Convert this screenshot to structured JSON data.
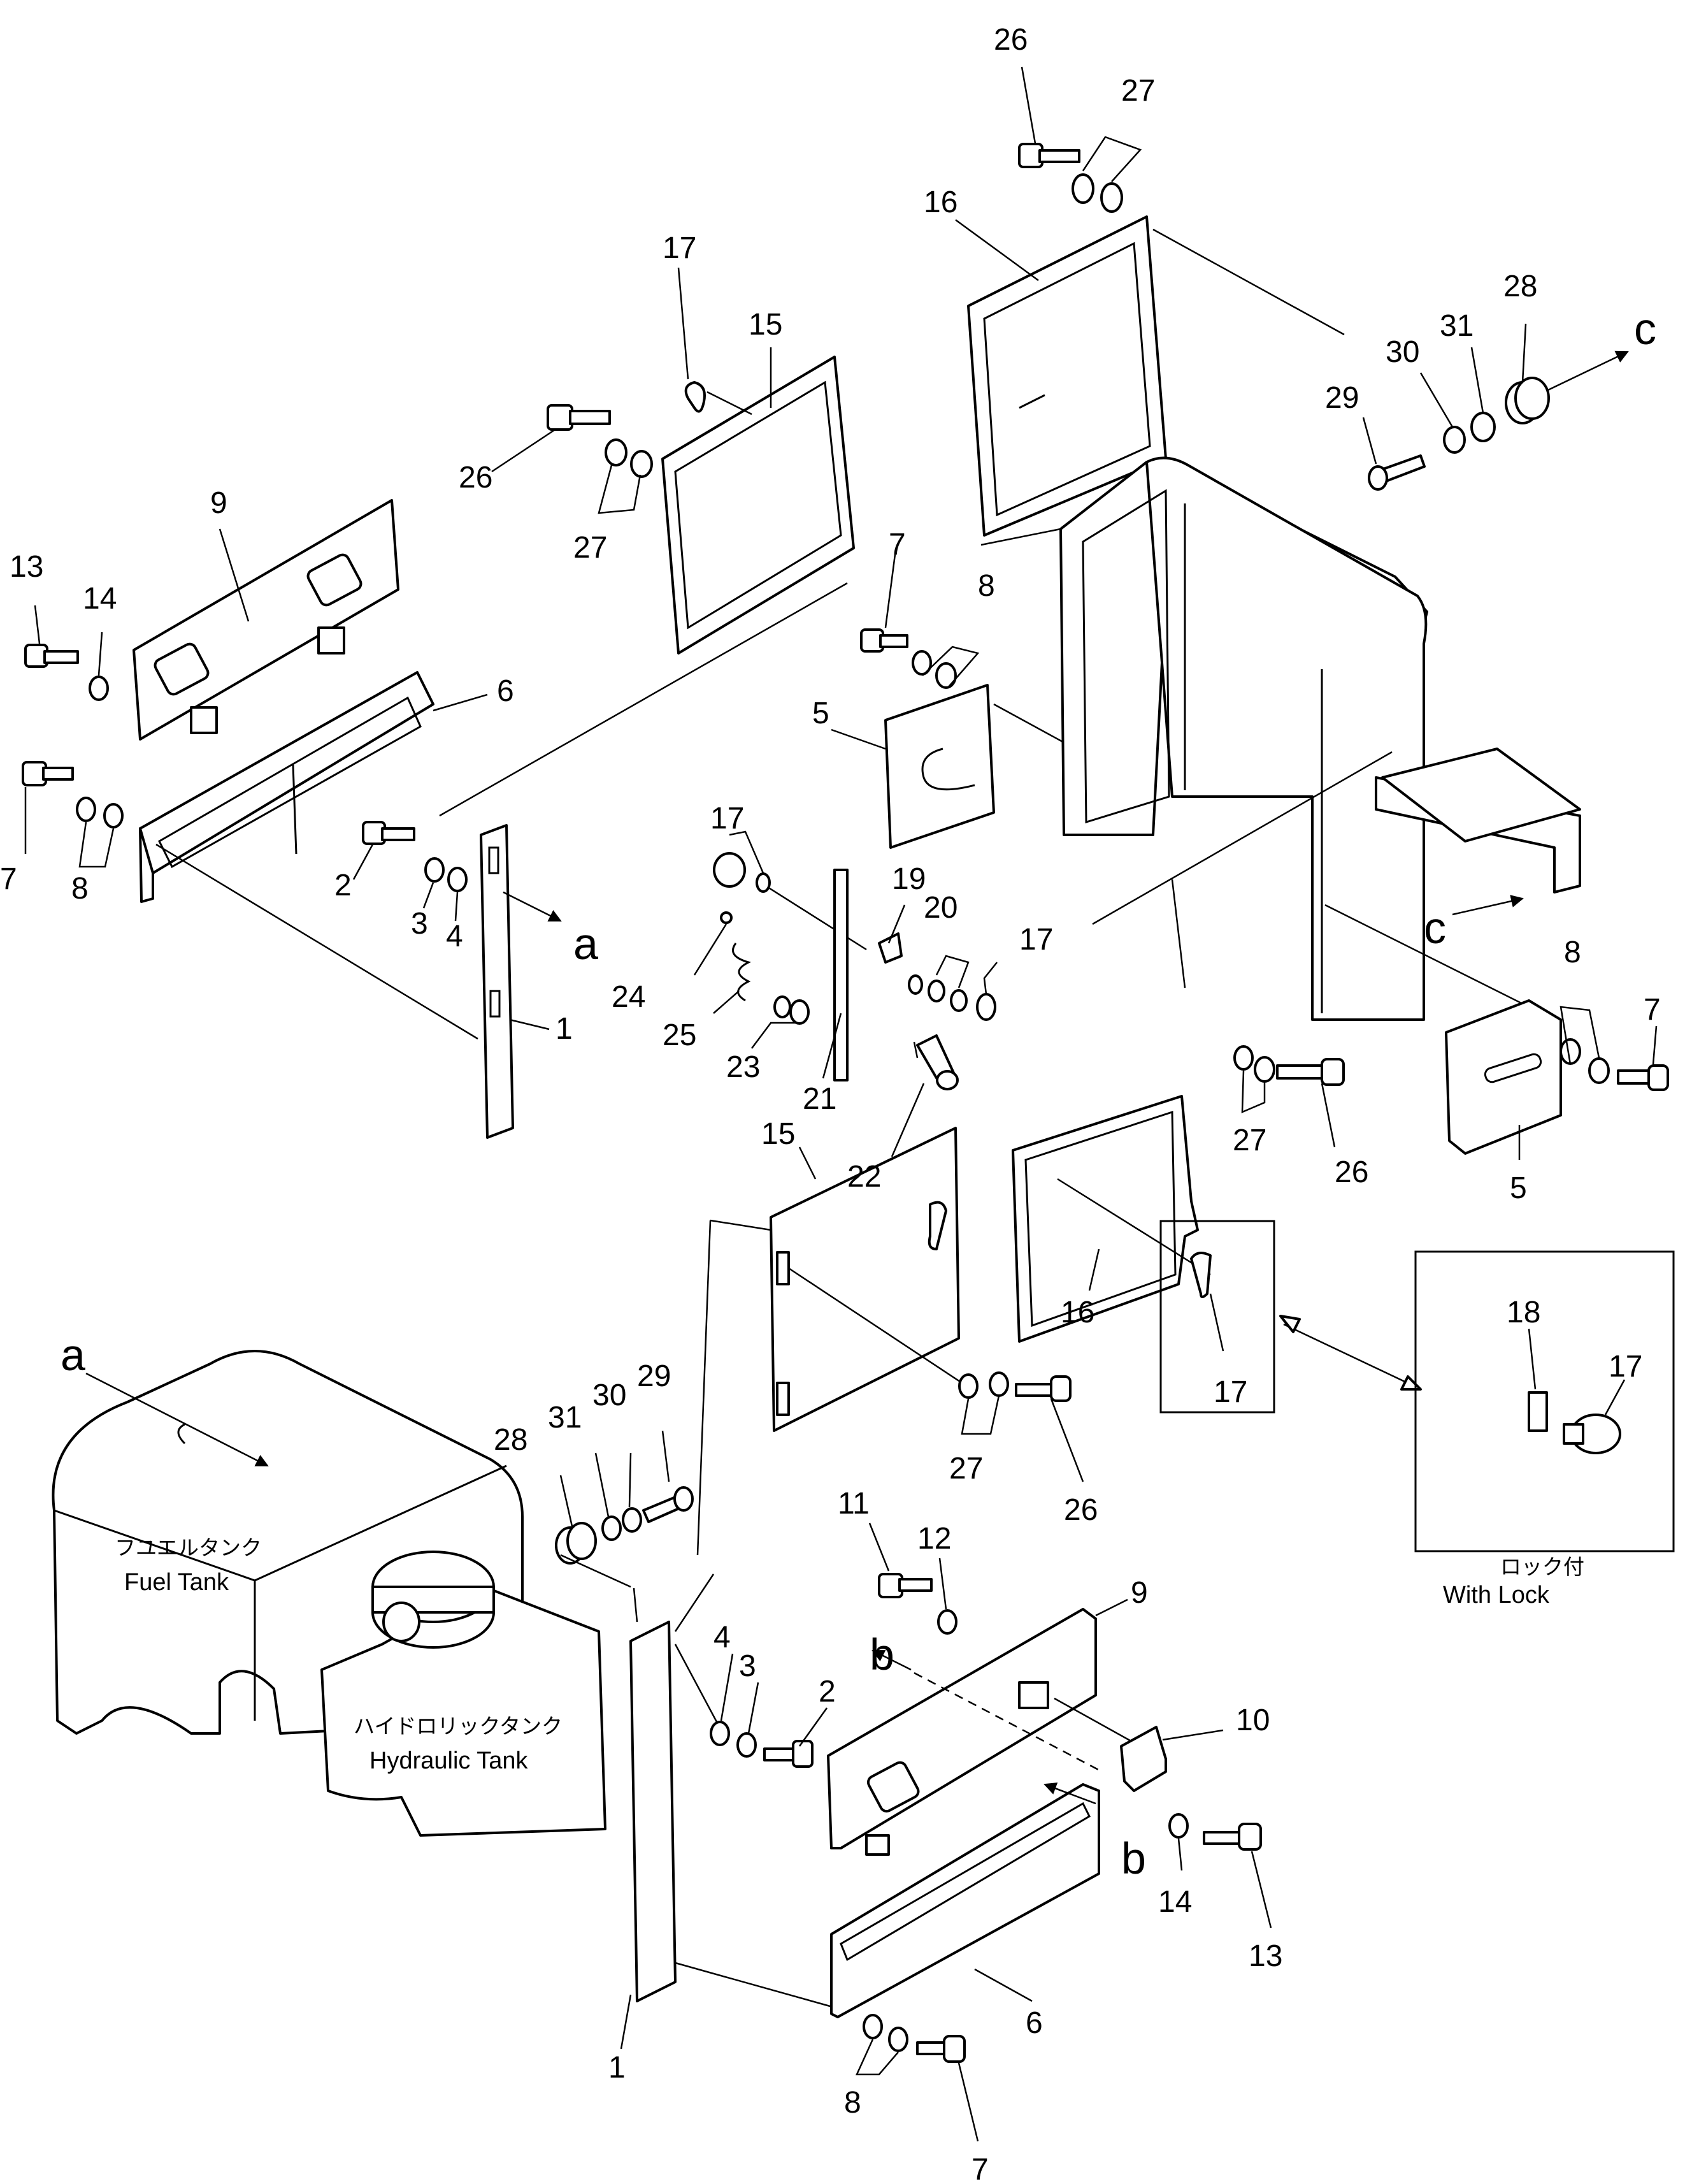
{
  "callouts": [
    {
      "id": "26-top",
      "text": "26"
    },
    {
      "id": "27-top",
      "text": "27"
    },
    {
      "id": "16-top",
      "text": "16"
    },
    {
      "id": "28-r",
      "text": "28"
    },
    {
      "id": "31-r",
      "text": "31"
    },
    {
      "id": "30-r",
      "text": "30"
    },
    {
      "id": "29-r",
      "text": "29"
    },
    {
      "id": "17-a",
      "text": "17"
    },
    {
      "id": "15-a",
      "text": "15"
    },
    {
      "id": "26-a",
      "text": "26"
    },
    {
      "id": "27-a",
      "text": "27"
    },
    {
      "id": "9-a",
      "text": "9"
    },
    {
      "id": "13-a",
      "text": "13"
    },
    {
      "id": "14-a",
      "text": "14"
    },
    {
      "id": "6-a",
      "text": "6"
    },
    {
      "id": "7-a",
      "text": "7"
    },
    {
      "id": "8-a",
      "text": "8"
    },
    {
      "id": "2-a",
      "text": "2"
    },
    {
      "id": "3-a",
      "text": "3"
    },
    {
      "id": "4-a",
      "text": "4"
    },
    {
      "id": "1-a",
      "text": "1"
    },
    {
      "id": "7-b",
      "text": "7"
    },
    {
      "id": "8-b",
      "text": "8"
    },
    {
      "id": "5-a",
      "text": "5"
    },
    {
      "id": "17-b",
      "text": "17"
    },
    {
      "id": "19",
      "text": "19"
    },
    {
      "id": "20",
      "text": "20"
    },
    {
      "id": "17-c",
      "text": "17"
    },
    {
      "id": "24",
      "text": "24"
    },
    {
      "id": "25",
      "text": "25"
    },
    {
      "id": "23",
      "text": "23"
    },
    {
      "id": "21",
      "text": "21"
    },
    {
      "id": "22",
      "text": "22"
    },
    {
      "id": "27-b",
      "text": "27"
    },
    {
      "id": "26-b",
      "text": "26"
    },
    {
      "id": "8-c",
      "text": "8"
    },
    {
      "id": "7-c",
      "text": "7"
    },
    {
      "id": "5-b",
      "text": "5"
    },
    {
      "id": "15-b",
      "text": "15"
    },
    {
      "id": "16-b",
      "text": "16"
    },
    {
      "id": "17-d",
      "text": "17"
    },
    {
      "id": "18",
      "text": "18"
    },
    {
      "id": "17-e",
      "text": "17"
    },
    {
      "id": "29-b",
      "text": "29"
    },
    {
      "id": "30-b",
      "text": "30"
    },
    {
      "id": "31-b",
      "text": "31"
    },
    {
      "id": "28-b",
      "text": "28"
    },
    {
      "id": "27-c",
      "text": "27"
    },
    {
      "id": "26-c",
      "text": "26"
    },
    {
      "id": "11",
      "text": "11"
    },
    {
      "id": "12",
      "text": "12"
    },
    {
      "id": "9-b",
      "text": "9"
    },
    {
      "id": "10",
      "text": "10"
    },
    {
      "id": "4-b",
      "text": "4"
    },
    {
      "id": "3-b",
      "text": "3"
    },
    {
      "id": "2-b",
      "text": "2"
    },
    {
      "id": "14-b",
      "text": "14"
    },
    {
      "id": "13-b",
      "text": "13"
    },
    {
      "id": "1-b",
      "text": "1"
    },
    {
      "id": "6-b",
      "text": "6"
    },
    {
      "id": "8-d",
      "text": "8"
    },
    {
      "id": "7-d",
      "text": "7"
    }
  ],
  "refs": {
    "a1": "a",
    "a2": "a",
    "b1": "b",
    "b2": "b",
    "c1": "c",
    "c2": "c"
  },
  "tank_labels": {
    "fuel_jp": "フユエルタンク",
    "fuel_en": "Fuel Tank",
    "hyd_jp": "ハイドロリックタンク",
    "hyd_en": "Hydraulic Tank"
  },
  "inset": {
    "jp": "ロック付",
    "en": "With Lock"
  }
}
